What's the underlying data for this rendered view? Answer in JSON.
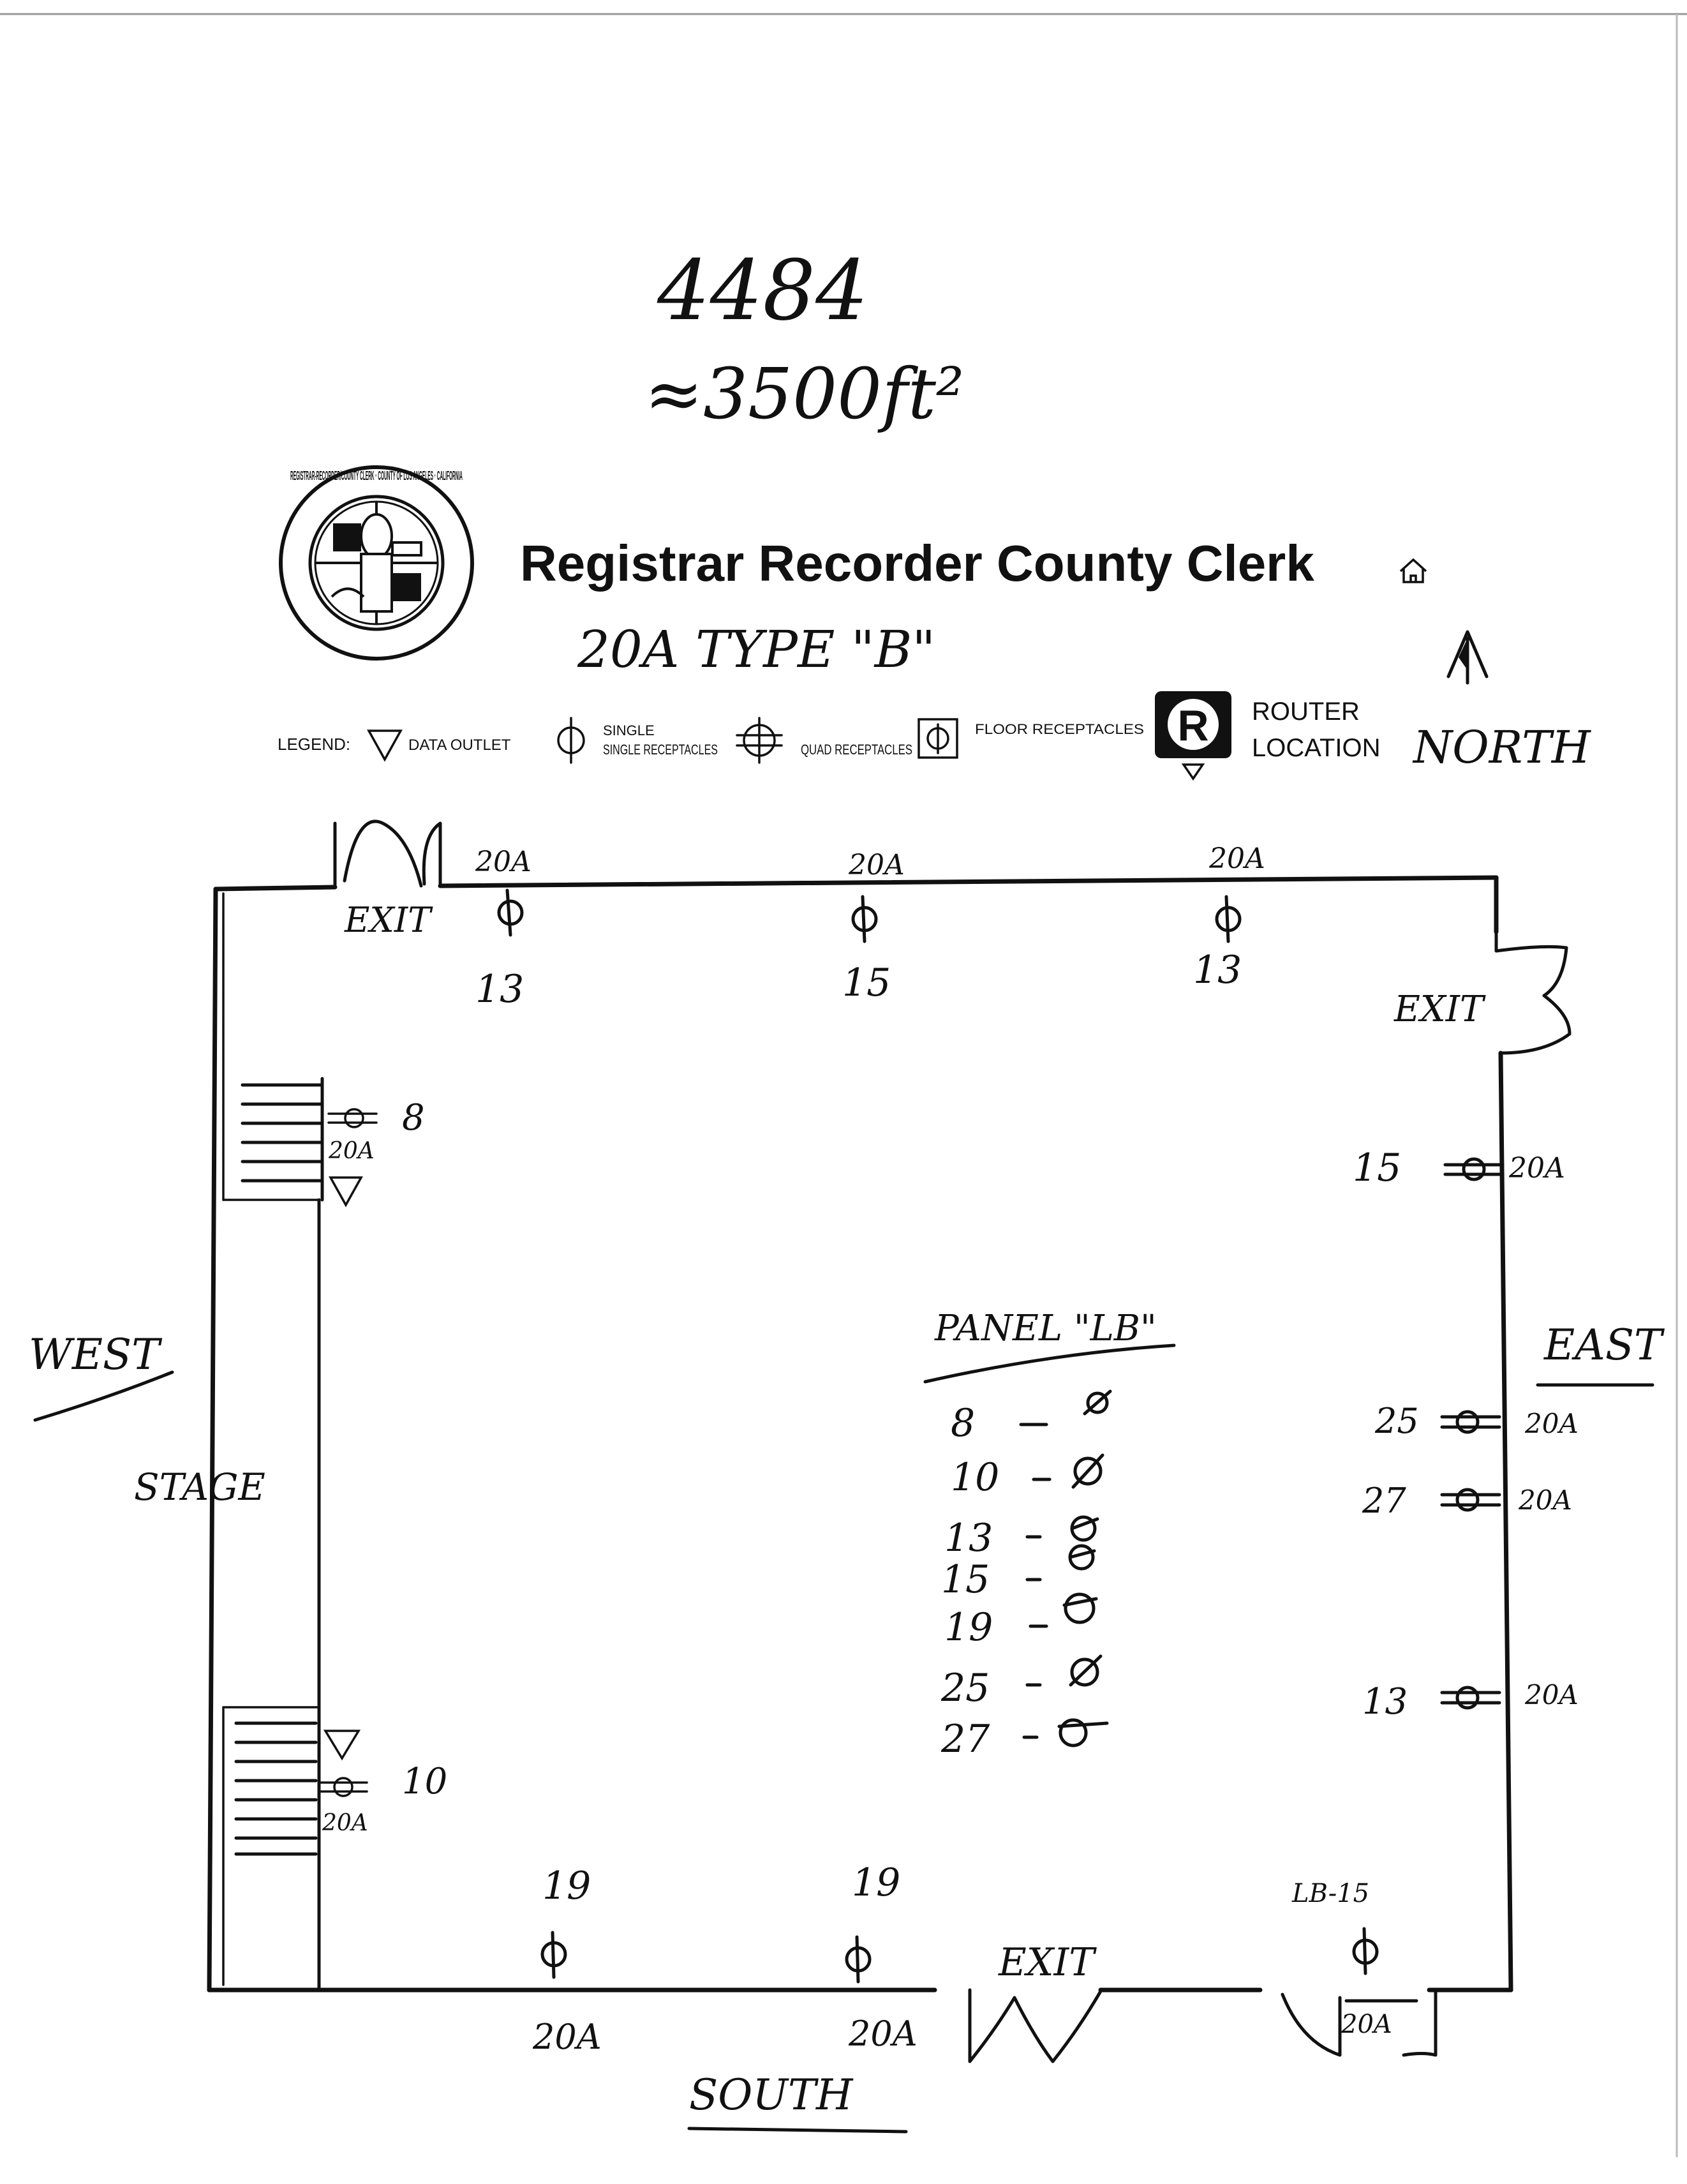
{
  "notes": {
    "job_number": "4484",
    "area": "≈3500ft²"
  },
  "header": {
    "title": "Registrar Recorder County Clerk",
    "seal_text": "REGISTRAR-RECORDER/COUNTY CLERK · COUNTY OF LOS ANGELES · CALIFORNIA",
    "home_icon": "home-icon"
  },
  "subtitle": "20A TYPE \"B\"",
  "legend": {
    "label": "LEGEND:",
    "items": [
      {
        "icon": "data-outlet-icon",
        "label": "DATA OUTLET"
      },
      {
        "icon": "single-receptacle-icon",
        "label": "SINGLE RECEPTACLES"
      },
      {
        "icon": "quad-receptacle-icon",
        "label": "QUAD RECEPTACLES"
      },
      {
        "icon": "floor-receptacle-icon",
        "label": "FLOOR RECEPTACLES"
      }
    ],
    "router_letter": "R",
    "router_label_1": "ROUTER",
    "router_label_2": "LOCATION"
  },
  "compass": {
    "north": "NORTH",
    "south": "SOUTH",
    "east": "EAST",
    "west": "WEST"
  },
  "room": {
    "stage_label": "STAGE",
    "exits": [
      "EXIT",
      "EXIT",
      "EXIT"
    ],
    "north_wall": [
      {
        "amp": "20A",
        "circuit": "13"
      },
      {
        "amp": "20A",
        "circuit": "15"
      },
      {
        "amp": "20A",
        "circuit": "13"
      }
    ],
    "east_wall": [
      {
        "circuit": "15",
        "amp": "20A"
      },
      {
        "circuit": "25",
        "amp": "20A"
      },
      {
        "circuit": "27",
        "amp": "20A"
      },
      {
        "circuit": "13",
        "amp": "20A"
      }
    ],
    "west_wall": [
      {
        "amp": "20A",
        "circuit": "8"
      },
      {
        "amp": "20A",
        "circuit": "10"
      }
    ],
    "south_wall": [
      {
        "circuit": "19",
        "amp": "20A"
      },
      {
        "circuit": "19",
        "amp": "20A"
      },
      {
        "circuit": "LB-15",
        "amp": "20A"
      }
    ]
  },
  "panel": {
    "title": "PANEL \"LB\"",
    "circuits": [
      "8",
      "10",
      "13",
      "15",
      "19",
      "25",
      "27"
    ]
  }
}
